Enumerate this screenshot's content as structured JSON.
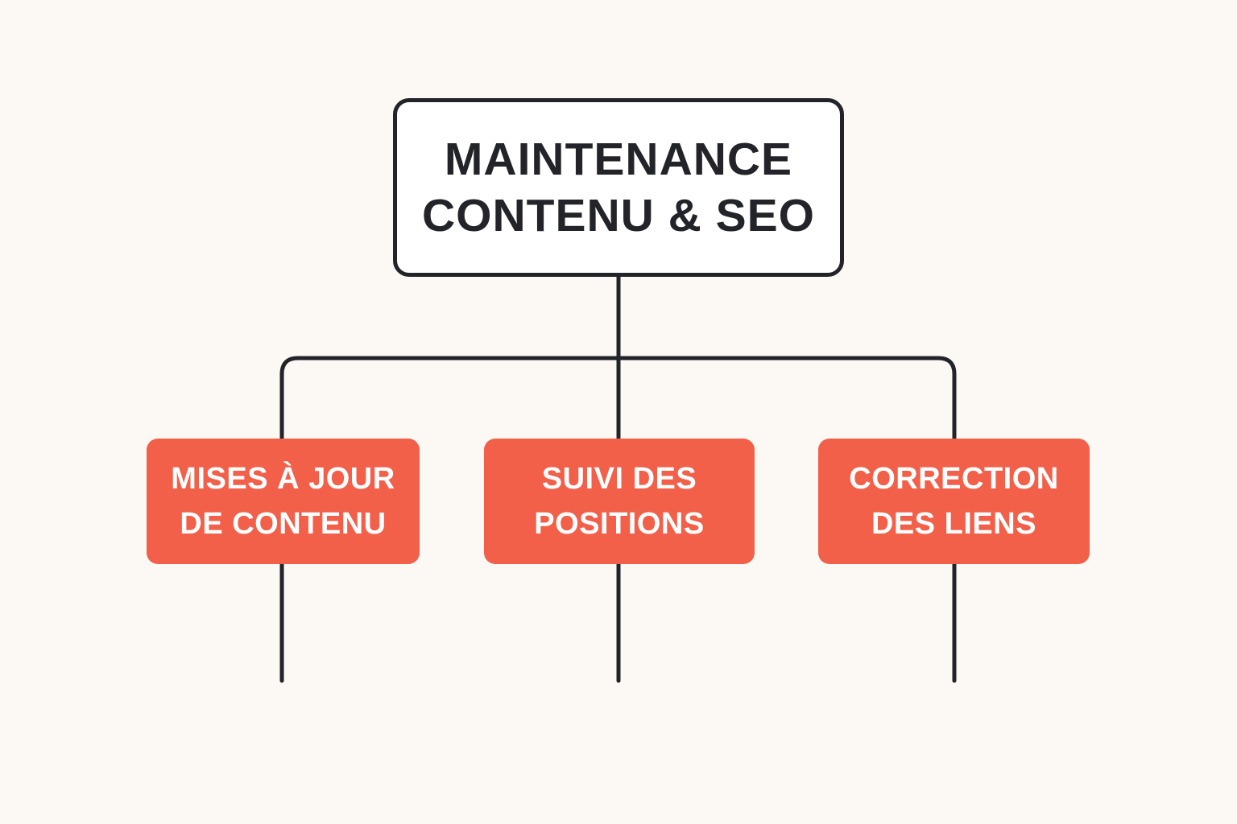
{
  "colors": {
    "background": "#fcf9f4",
    "line": "#22242a",
    "root_fill": "#ffffff",
    "child_fill": "#f2604a",
    "child_text": "#ffffff"
  },
  "root": {
    "lines": [
      "MAINTENANCE",
      "CONTENU & SEO"
    ]
  },
  "children": [
    {
      "lines": [
        "MISES À JOUR",
        "DE CONTENU"
      ]
    },
    {
      "lines": [
        "SUIVI DES",
        "POSITIONS"
      ]
    },
    {
      "lines": [
        "CORRECTION",
        "DES LIENS"
      ]
    }
  ]
}
